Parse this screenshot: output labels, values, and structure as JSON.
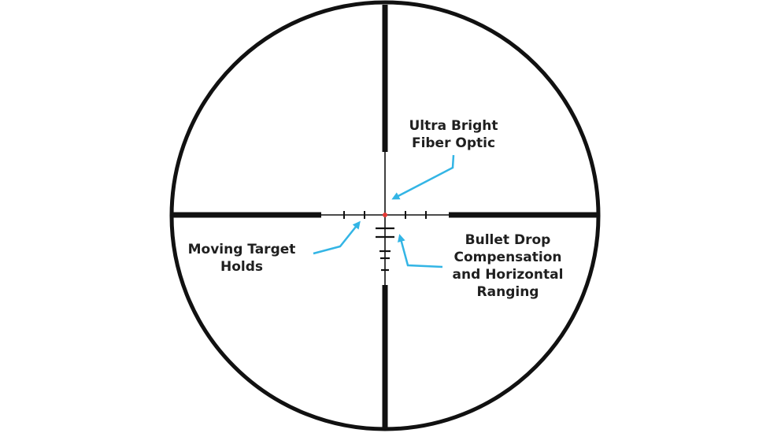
{
  "labels": {
    "fiber_optic": [
      "Ultra Bright",
      "Fiber Optic"
    ],
    "moving_target": [
      "Moving Target",
      "Holds"
    ],
    "bullet_drop": [
      "Bullet Drop",
      "Compensation",
      "and Horizontal",
      "Ranging"
    ]
  },
  "colors": {
    "reticle": "#111111",
    "arrow": "#33b5e5",
    "center_dot": "#e53935",
    "text": "#1f1f1f"
  },
  "icons": {
    "arrow": "callout-arrow-icon",
    "dot": "fiber-optic-dot-icon"
  }
}
